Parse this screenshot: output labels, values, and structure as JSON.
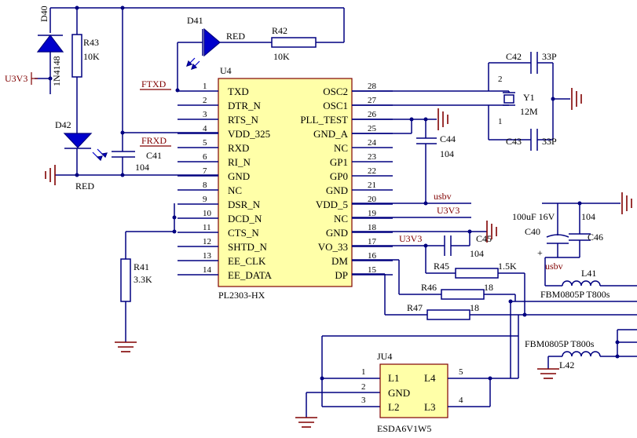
{
  "u4": {
    "designator": "U4",
    "part": "PL2303-HX",
    "left_pins": [
      {
        "num": "1",
        "name": "TXD"
      },
      {
        "num": "2",
        "name": "DTR_N"
      },
      {
        "num": "3",
        "name": "RTS_N"
      },
      {
        "num": "4",
        "name": "VDD_325"
      },
      {
        "num": "5",
        "name": "RXD"
      },
      {
        "num": "6",
        "name": "RI_N"
      },
      {
        "num": "7",
        "name": "GND"
      },
      {
        "num": "8",
        "name": "NC"
      },
      {
        "num": "9",
        "name": "DSR_N"
      },
      {
        "num": "10",
        "name": "DCD_N"
      },
      {
        "num": "11",
        "name": "CTS_N"
      },
      {
        "num": "12",
        "name": "SHTD_N"
      },
      {
        "num": "13",
        "name": "EE_CLK"
      },
      {
        "num": "14",
        "name": "EE_DATA"
      }
    ],
    "right_pins": [
      {
        "num": "28",
        "name": "OSC2"
      },
      {
        "num": "27",
        "name": "OSC1"
      },
      {
        "num": "26",
        "name": "PLL_TEST"
      },
      {
        "num": "25",
        "name": "GND_A"
      },
      {
        "num": "24",
        "name": "NC"
      },
      {
        "num": "23",
        "name": "GP1"
      },
      {
        "num": "22",
        "name": "GP0"
      },
      {
        "num": "21",
        "name": "GND"
      },
      {
        "num": "20",
        "name": "VDD_5"
      },
      {
        "num": "19",
        "name": "NC"
      },
      {
        "num": "18",
        "name": "GND"
      },
      {
        "num": "17",
        "name": "VO_33"
      },
      {
        "num": "16",
        "name": "DM"
      },
      {
        "num": "15",
        "name": "DP"
      }
    ]
  },
  "components": {
    "d40": {
      "ref": "D40",
      "value": "1N4148"
    },
    "r43": {
      "ref": "R43",
      "value": "10K"
    },
    "d41": {
      "ref": "D41",
      "value": "RED"
    },
    "r42": {
      "ref": "R42",
      "value": "10K"
    },
    "d42": {
      "ref": "D42",
      "value": "RED"
    },
    "c41": {
      "ref": "C41",
      "value": "104"
    },
    "r41": {
      "ref": "R41",
      "value": "3.3K"
    },
    "c42": {
      "ref": "C42",
      "value": "33P"
    },
    "c43": {
      "ref": "C43",
      "value": "33P"
    },
    "y1": {
      "ref": "Y1",
      "value": "12M",
      "pin1": "1",
      "pin2": "2"
    },
    "c44": {
      "ref": "C44",
      "value": "104"
    },
    "c45": {
      "ref": "C45",
      "value": "104"
    },
    "c40": {
      "ref": "C40",
      "value": "100uF 16V"
    },
    "c46": {
      "ref": "C46",
      "value": "104"
    },
    "r45": {
      "ref": "R45",
      "value": "1.5K"
    },
    "r46": {
      "ref": "R46",
      "value": "18"
    },
    "r47": {
      "ref": "R47",
      "value": "18"
    },
    "l41": {
      "ref": "L41",
      "value": "FBM0805P T800s"
    },
    "l42": {
      "ref": "L42",
      "value": "FBM0805P T800s"
    },
    "ju4": {
      "ref": "JU4",
      "value": "ESDA6V1W5",
      "pins": {
        "l1": "L1",
        "gnd": "GND",
        "l2": "L2",
        "l4": "L4",
        "l3": "L3"
      },
      "nums": {
        "p1": "1",
        "p2": "2",
        "p3": "3",
        "p5": "5",
        "p4": "4"
      }
    }
  },
  "nets": {
    "u3v3_left": "U3V3",
    "ftxd": "FTXD",
    "frxd": "FRXD",
    "usbv_20": "usbv",
    "u3v3_19": "U3V3",
    "u3v3_17": "U3V3",
    "usbv_c40": "usbv"
  },
  "colors": {
    "wire": "#000080",
    "ic_fill": "#ffffa8",
    "ic_border": "#800000",
    "net_label": "#800000",
    "diode": "#0000cc"
  }
}
